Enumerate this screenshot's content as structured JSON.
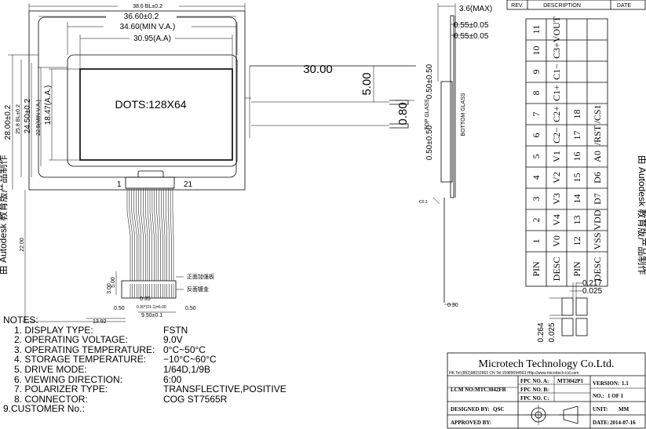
{
  "revision_table": {
    "headers": [
      "REV.",
      "DESCRIPTION",
      "DATE"
    ]
  },
  "front_view": {
    "dims_top": [
      "38.6 BL±0.2",
      "36.60±0.2",
      "34.60(MIN V.A.)",
      "30.95(A.A)"
    ],
    "dims_left": [
      "28.00±0.2",
      "25.8 BL±0.2",
      "24.50±0.2",
      "22.5(MIN V.A.)",
      "18.47(A.A.)"
    ],
    "display_text": "DOTS:128X64",
    "pin_first": "1",
    "pin_last": "21",
    "fpc_dims": {
      "length": "22.00",
      "total_width": "13.92",
      "stiffener": "0.35",
      "pitch_label": "0.50",
      "pin_span": "9.50±0.1",
      "end_gap": "0.50",
      "h1": "5.00",
      "h2": "3.00",
      "pitch_formula": "0.30*(21-1)=6.00"
    },
    "fpc_notes": [
      "正面加强板",
      "反面镀金"
    ]
  },
  "side_view": {
    "dims": [
      "3.6(MAX)",
      "0.55±0.05",
      "0.55±0.05",
      "0.50±0.50",
      "0.50±0.50",
      "C0.3",
      "0.30"
    ],
    "glass_labels": [
      "TOP GLASS",
      "BOTTOM GLASS"
    ],
    "fpc_length": "30.00",
    "fpc_width": "5.00",
    "fpc_thickness": "0.80"
  },
  "pin_table": {
    "row_labels": [
      "PIN",
      "DESC"
    ],
    "pins_1": [
      "1",
      "2",
      "3",
      "4",
      "5",
      "6",
      "7",
      "8",
      "9",
      "10",
      "11"
    ],
    "desc_1": [
      "V0",
      "V4",
      "V3",
      "V2",
      "V1",
      "C2−",
      "C2+",
      "C1+",
      "C1−",
      "C3+",
      "VOUT"
    ],
    "pins_2": [
      "12",
      "13",
      "14",
      "15",
      "16",
      "17",
      "18"
    ],
    "desc_2": [
      "VSS",
      "VDD",
      "D7",
      "D6",
      "A0",
      "/RST",
      "/CS1"
    ]
  },
  "detail": {
    "dims": [
      "0.217",
      "0.025",
      "0.264",
      "0.025"
    ]
  },
  "watermark": "由 Autodesk 教育版产品制作",
  "notes": {
    "heading": "NOTES:",
    "items": [
      {
        "k": "1. DISPLAY TYPE:",
        "v": "FSTN"
      },
      {
        "k": "2. OPERATING VOLTAGE:",
        "v": "9.0V"
      },
      {
        "k": "3. OPERATING TEMPERATURE:",
        "v": "0°C~50°C"
      },
      {
        "k": "4. STORAGE TEMPERATURE:",
        "v": "−10°C~60°C"
      },
      {
        "k": "5. DRIVE MODE:",
        "v": "1/64D,1/9B"
      },
      {
        "k": "6. VIEWING DIRECTION:",
        "v": "6:00"
      },
      {
        "k": "7. POLARIZER TYPE:",
        "v": "TRANSFLECTIVE,POSITIVE"
      },
      {
        "k": "8. CONNECTOR:",
        "v": "COG ST7565R"
      },
      {
        "k": "9.CUSTOMER No.:",
        "v": ""
      }
    ]
  },
  "title_block": {
    "company": "Microtech Technology Co.Ltd.",
    "contact": "HK Tel:(852)98152663  CN Tel:15989094563    Http://www.microtech-lcd.com",
    "lcm_no_label": "LCM NO:",
    "lcm_no": "MTC3042FB",
    "fpc_a_label": "FPC NO. A:",
    "fpc_a": "MT3042P1",
    "fpc_b_label": "FPC NO. B:",
    "fpc_c_label": "FPC NO. C:",
    "version_label": "VERSION:",
    "version": "1.1",
    "no_label": "NO.:",
    "no": "1  OF  1",
    "unit_label": "UNIT:",
    "unit": "MM",
    "designed_label": "DESIGNED BY:",
    "designed": "QSC",
    "approved_label": "APPROVED BY:",
    "date_label": "DATE:",
    "date": "2014-07-16"
  }
}
